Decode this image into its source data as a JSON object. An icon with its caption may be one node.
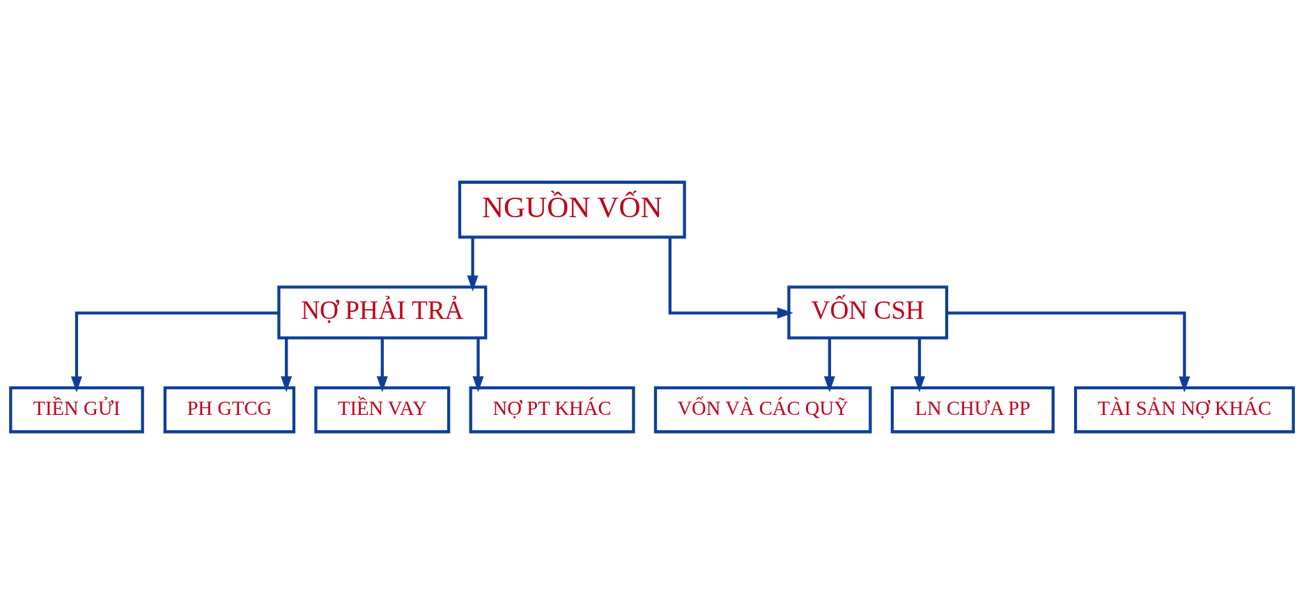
{
  "diagram": {
    "nodes": [
      {
        "text": [
          "NGUỒN VỐN"
        ]
      },
      {
        "text": [
          "NỢ PHẢI TRẢ"
        ]
      },
      {
        "text": [
          "VỐN CSH"
        ]
      },
      {
        "text": [
          "TIỀN GỬI"
        ]
      },
      {
        "text": [
          "PH GTCG"
        ]
      },
      {
        "text": [
          "TIỀN VAY"
        ]
      },
      {
        "text": [
          "NỢ PT KHÁC"
        ]
      },
      {
        "text": [
          "VỐN VÀ CÁC QUỸ"
        ]
      },
      {
        "text": [
          "LN CHƯA PP"
        ]
      },
      {
        "text": [
          "TÀI SẢN NỢ KHÁC"
        ]
      }
    ],
    "edges": [
      {
        "from": 0,
        "to": 1,
        "arrow": "to"
      },
      {
        "from": 0,
        "to": 2,
        "arrow": "to"
      },
      {
        "from": 1,
        "to": 3,
        "arrow": "to"
      },
      {
        "from": 1,
        "to": 4,
        "arrow": "to"
      },
      {
        "from": 1,
        "to": 5,
        "arrow": "to"
      },
      {
        "from": 1,
        "to": 6,
        "arrow": "to"
      },
      {
        "from": 2,
        "to": 7,
        "arrow": "to"
      },
      {
        "from": 2,
        "to": 8,
        "arrow": "to"
      },
      {
        "from": 2,
        "to": 9,
        "arrow": "to"
      }
    ]
  }
}
